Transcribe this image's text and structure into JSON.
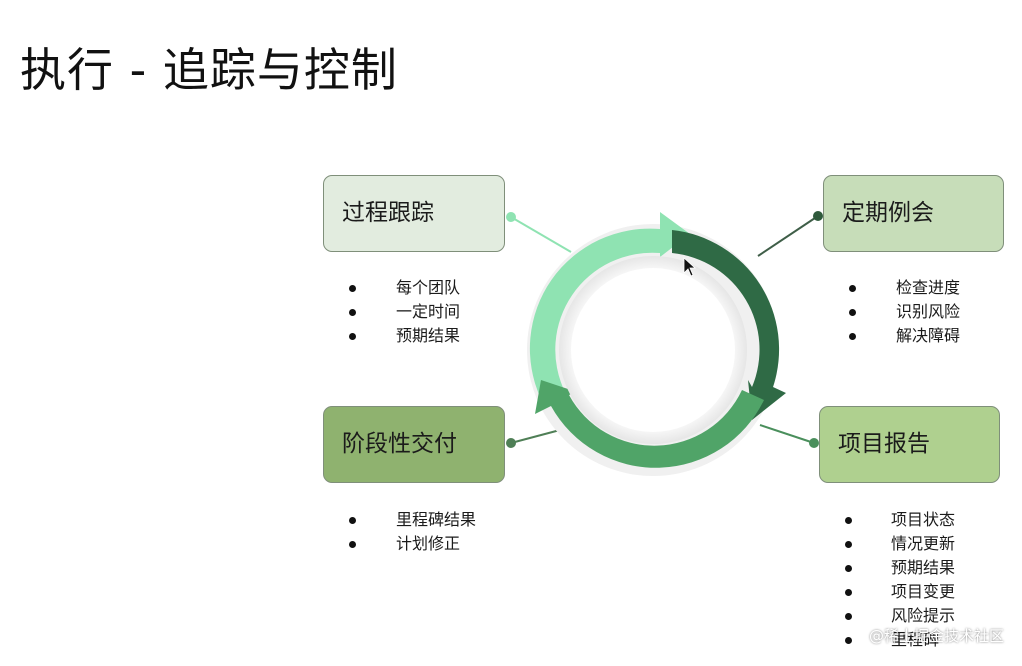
{
  "slide": {
    "title": "执行 - 追踪与控制"
  },
  "nodes": {
    "top_left": {
      "label": "过程跟踪",
      "color": "#e2ecdf",
      "items": [
        "每个团队",
        "一定时间",
        "预期结果"
      ]
    },
    "top_right": {
      "label": "定期例会",
      "color": "#c7ddb9",
      "items": [
        "检查进度",
        "识别风险",
        "解决障碍"
      ]
    },
    "bottom_left": {
      "label": "阶段性交付",
      "color": "#8fb26f",
      "items": [
        "里程碑结果",
        "计划修正"
      ]
    },
    "bottom_right": {
      "label": "项目报告",
      "color": "#afd08f",
      "items": [
        "项目状态",
        "情况更新",
        "预期结果",
        "项目变更",
        "风险提示",
        "里程碑"
      ]
    }
  },
  "cycle": {
    "segment_colors": [
      "#8fe3b2",
      "#2f6a45",
      "#50a468"
    ]
  },
  "watermark": {
    "text": "@稀土掘金技术社区"
  },
  "icons": {
    "cursor": "mouse-pointer-icon"
  }
}
